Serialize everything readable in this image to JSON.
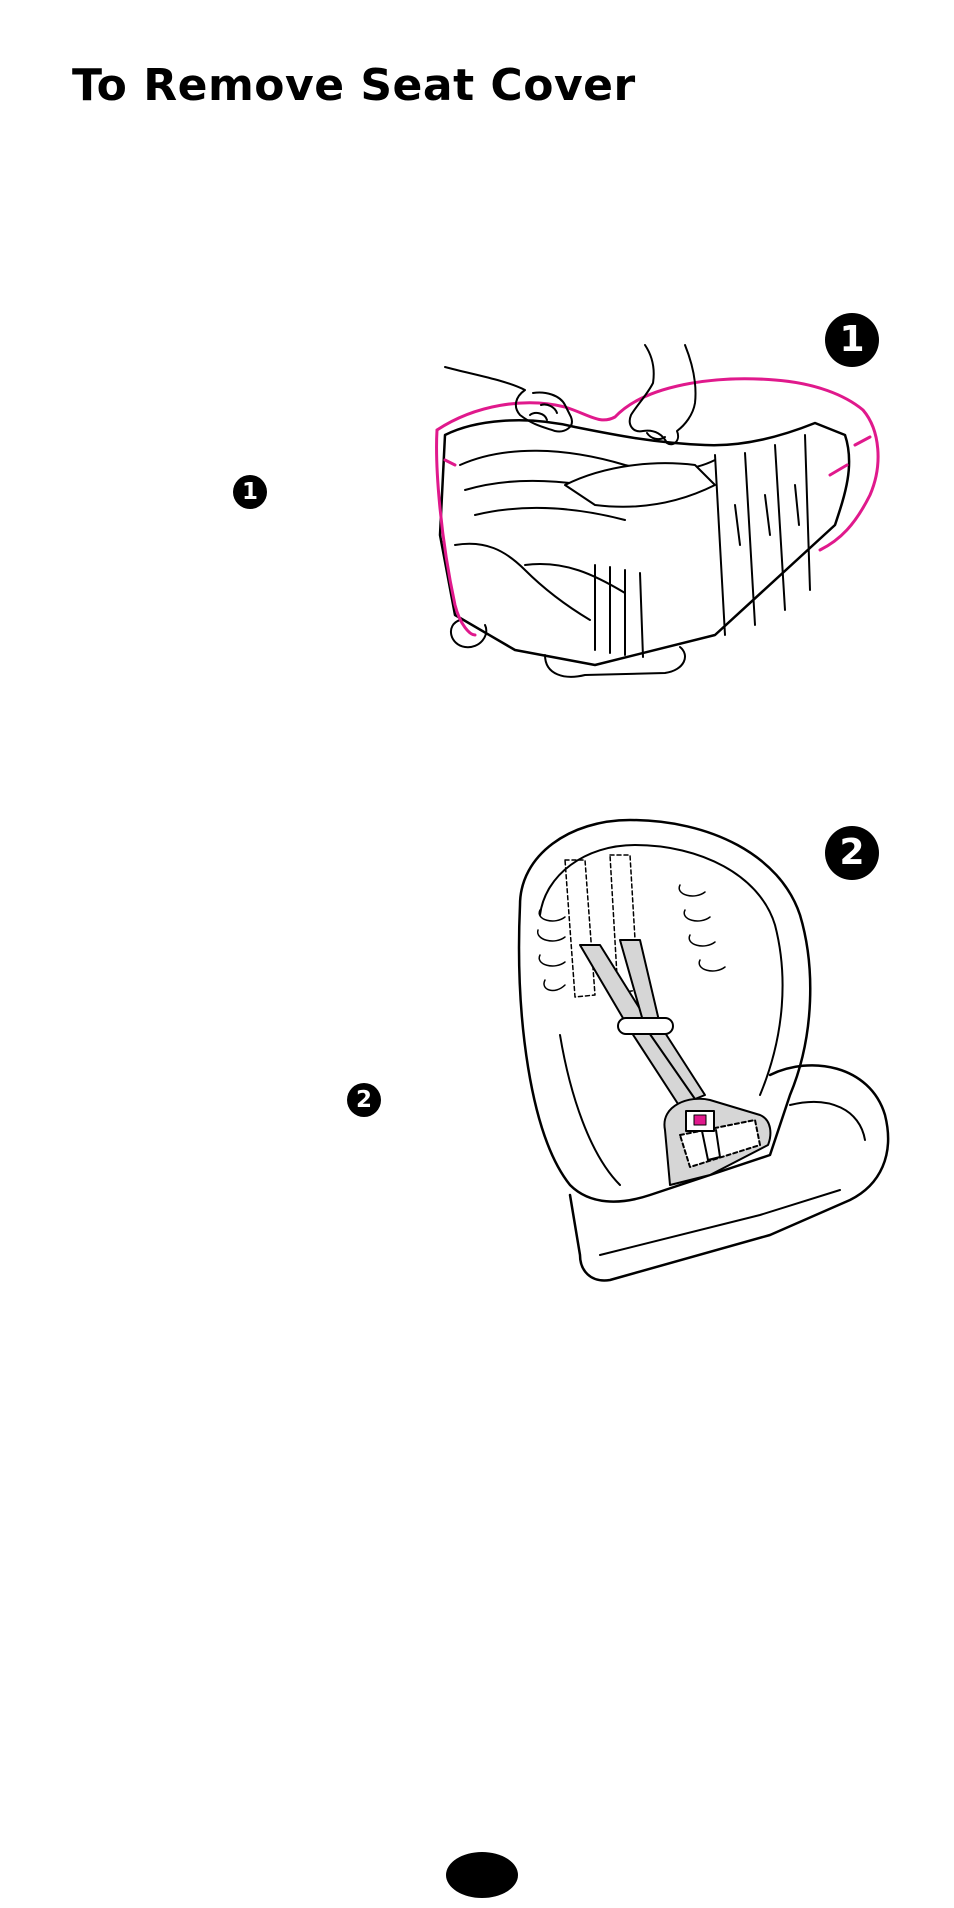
{
  "page": {
    "title": "To Remove Seat Cover",
    "page_number": ""
  },
  "steps": [
    {
      "number": "1"
    },
    {
      "number": "2"
    }
  ],
  "colors": {
    "accent": "#e0198c",
    "strap_gray": "#d6d6d6",
    "ink": "#000000"
  }
}
